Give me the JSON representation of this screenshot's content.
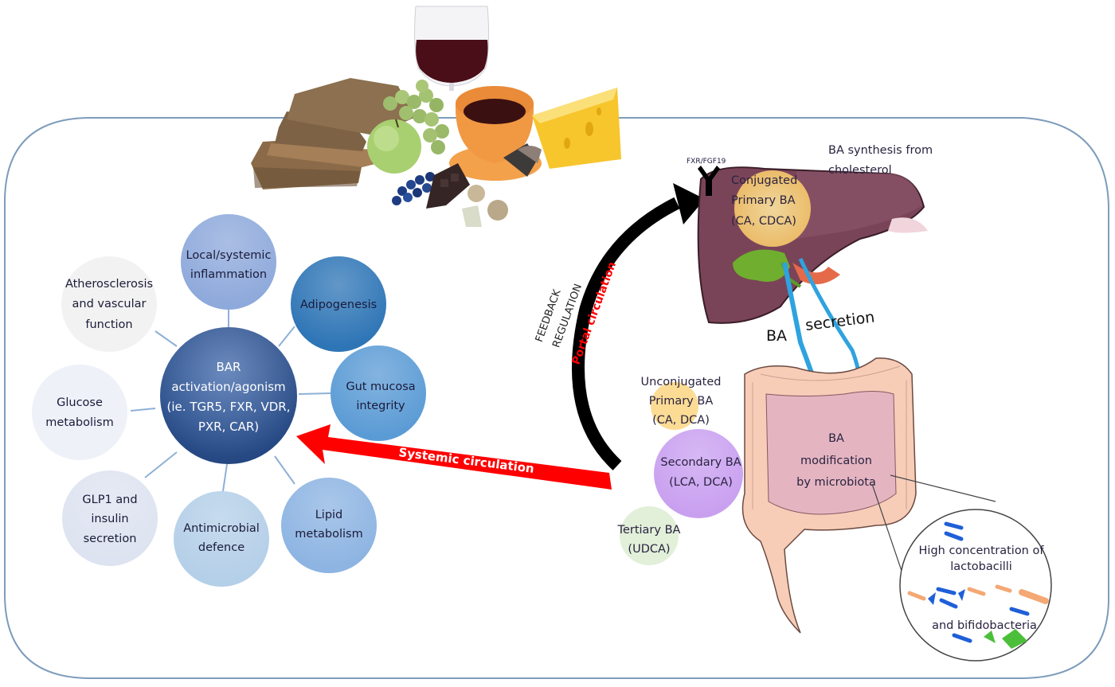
{
  "diagram": {
    "title": "Diet, bile acid metabolism, microbiota and bile acid receptor signaling",
    "hub": {
      "lines": [
        "BAR",
        "activation/agonism",
        "(ie. TGR5, FXR, VDR,",
        "PXR, CAR)"
      ],
      "color": "#2f5597"
    },
    "satellites": [
      {
        "id": "inflammation",
        "lines": [
          "Local/systemic",
          "inflammation"
        ],
        "color": "#8ea9db"
      },
      {
        "id": "adipogenesis",
        "lines": [
          "Adipogenesis"
        ],
        "color": "#2e75b6"
      },
      {
        "id": "gut-mucosa",
        "lines": [
          "Gut mucosa",
          "integrity"
        ],
        "color": "#5b9bd5"
      },
      {
        "id": "lipid",
        "lines": [
          "Lipid",
          "metabolism"
        ],
        "color": "#8db4e2"
      },
      {
        "id": "antimicrobial",
        "lines": [
          "Antimicrobial",
          "defence"
        ],
        "color": "#b4cfe8"
      },
      {
        "id": "glp1",
        "lines": [
          "GLP1 and",
          "insulin",
          "secretion"
        ],
        "color": "#dde3f0"
      },
      {
        "id": "glucose",
        "lines": [
          "Glucose",
          "metabolism"
        ],
        "color": "#eef1f7"
      },
      {
        "id": "atherosclerosis",
        "lines": [
          "Atherosclerosis",
          "and vascular",
          "function"
        ],
        "color": "#f2f2f2"
      }
    ],
    "arrows": {
      "systemic": {
        "label": "Systemic circulation",
        "color": "#ff0000"
      },
      "portal": {
        "label": "Portal circulation",
        "color": "#ff0000"
      },
      "feedback": {
        "lines": [
          "FEEDBACK",
          "REGULATION"
        ],
        "color": "#000000"
      }
    },
    "receptor": {
      "label": "FXR/FGF19"
    },
    "liver": {
      "synthesis_lines": [
        "BA synthesis from",
        "cholesterol"
      ],
      "conjugated_lines": [
        "Conjugated",
        "Primary BA",
        "(CA, CDCA)"
      ]
    },
    "secretion": {
      "label_left": "BA",
      "label_right": "secretion"
    },
    "gut": {
      "modification_lines": [
        "BA",
        "modification",
        "by microbiota"
      ]
    },
    "bile_acid_pools": [
      {
        "id": "unconjugated",
        "lines": [
          "Unconjugated",
          "Primary BA",
          "(CA, DCA)"
        ],
        "color": "#fcd88a"
      },
      {
        "id": "secondary",
        "lines": [
          "Secondary BA",
          "(LCA, DCA)"
        ],
        "color": "#c9a0f0"
      },
      {
        "id": "tertiary",
        "lines": [
          "Tertiary BA",
          "(UDCA)"
        ],
        "color": "#e2efd9"
      }
    ],
    "microbiota_inset": {
      "line1": "High concentration of",
      "line2": "lactobacilli",
      "line3": "and bifidobacteria"
    },
    "food_items": [
      "red-wine-glass",
      "whole-grain-bread",
      "green-grapes",
      "green-apple",
      "coffee-cup",
      "cheese",
      "blueberries",
      "dark-chocolate",
      "walnuts",
      "tea-bag"
    ]
  }
}
